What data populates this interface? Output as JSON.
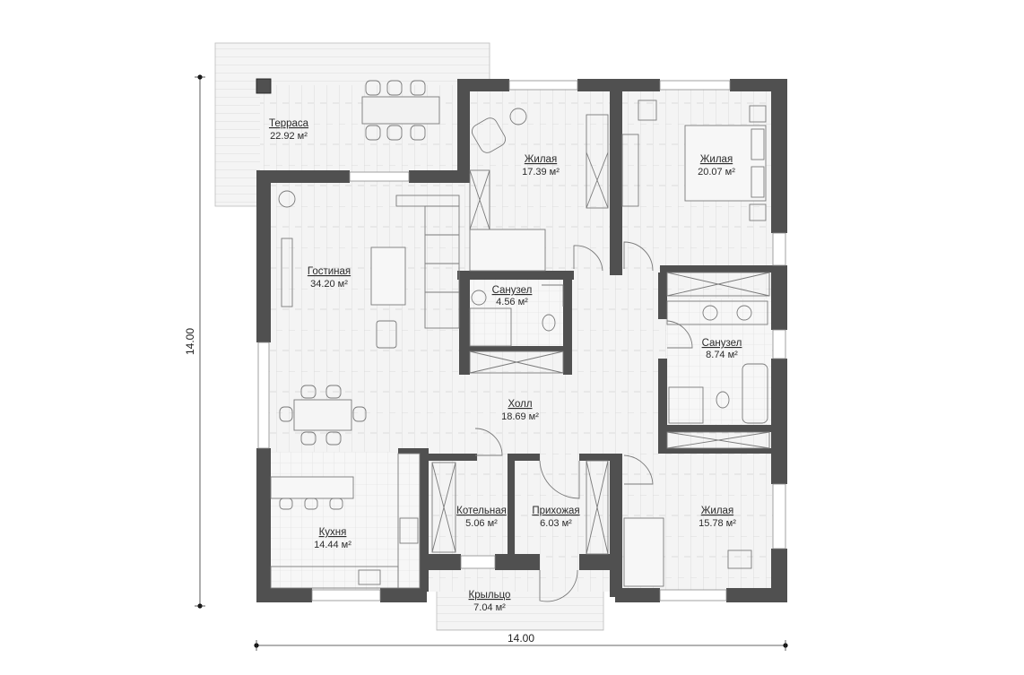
{
  "colors": {
    "wall": "#505050",
    "floor": "#f3f3f3",
    "floor_lines": "#d4d4d4",
    "furniture": "#7a7a7a",
    "background": "#ffffff"
  },
  "dimensions": {
    "horizontal": "14.00",
    "vertical": "14.00"
  },
  "rooms": {
    "terrace": {
      "name": "Терраса",
      "area": "22.92 м²"
    },
    "living": {
      "name": "Гостиная",
      "area": "34.20 м²"
    },
    "bedroom1": {
      "name": "Жилая",
      "area": "17.39 м²"
    },
    "bedroom2": {
      "name": "Жилая",
      "area": "20.07 м²"
    },
    "bath1": {
      "name": "Санузел",
      "area": "4.56 м²"
    },
    "bath2": {
      "name": "Санузел",
      "area": "8.74 м²"
    },
    "hall": {
      "name": "Холл",
      "area": "18.69 м²"
    },
    "boiler": {
      "name": "Котельная",
      "area": "5.06 м²"
    },
    "entry": {
      "name": "Прихожая",
      "area": "6.03 м²"
    },
    "bedroom3": {
      "name": "Жилая",
      "area": "15.78 м²"
    },
    "kitchen": {
      "name": "Кухня",
      "area": "14.44 м²"
    },
    "porch": {
      "name": "Крыльцо",
      "area": "7.04 м²"
    }
  }
}
